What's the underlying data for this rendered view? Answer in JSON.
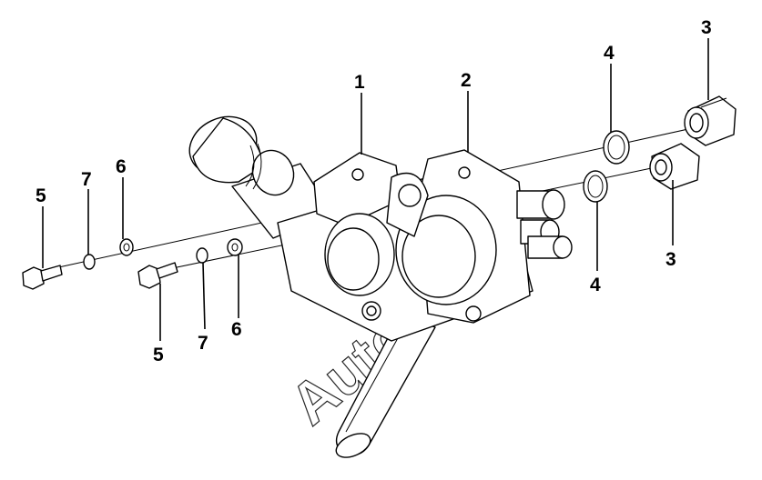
{
  "callouts": {
    "c1": "1",
    "c2": "2",
    "c3a": "3",
    "c3b": "3",
    "c4a": "4",
    "c4b": "4",
    "c5a": "5",
    "c5b": "5",
    "c6a": "6",
    "c6b": "6",
    "c7a": "7",
    "c7b": "7"
  },
  "watermark": "AutoSoft",
  "colors": {
    "line": "#000000",
    "background": "#ffffff"
  }
}
